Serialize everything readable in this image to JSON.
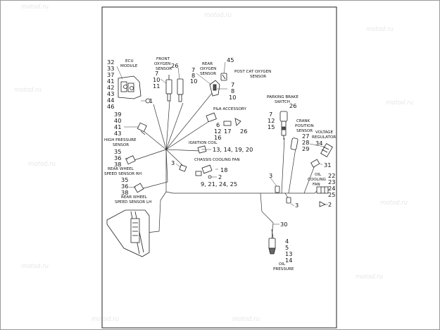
{
  "watermark": "motod.ru",
  "captions": {
    "ecu": [
      "ECU",
      "MODULE"
    ],
    "front_o2": [
      "FRONT",
      "OXYGEN",
      "SENSOR"
    ],
    "rear_o2": [
      "REAR",
      "OXYGEN",
      "SENSOR"
    ],
    "post_cat": [
      "POST CAT OXYGEN",
      "SENSOR"
    ],
    "pga": "P&A ACCESSORY",
    "parking_brake": [
      "PARKING BRAKE",
      "SWITCH"
    ],
    "crank": [
      "CRANK",
      "POSITION",
      "SENSOR"
    ],
    "voltage_reg": [
      "VOLTAGE",
      "REGULATOR"
    ],
    "high_pressure": [
      "HIGH PRESSURE",
      "SENSOR"
    ],
    "ignition_coil": "IGNITION COIL",
    "chassis_fan": "CHASSIS COOLING FAN",
    "rear_wheel_rh": [
      "REAR WHEEL",
      "SPEED SENSOR RH"
    ],
    "rear_wheel_lh": [
      "REAR WHEEL",
      "SPEED SENSOR LH"
    ],
    "oil_fan": [
      "OIL",
      "COOLING",
      "FAN"
    ],
    "oil_pressure": [
      "OIL",
      "PRESSURE"
    ]
  },
  "callouts": {
    "ecu_refs": [
      "32",
      "33",
      "37",
      "41",
      "42",
      "43",
      "44",
      "46"
    ],
    "ecu_screw": "1",
    "front_o2_top": "26",
    "front_o2_refs": [
      "7",
      "10",
      "11"
    ],
    "rear_o2_refs": [
      "7",
      "8",
      "10"
    ],
    "post_cat_top": "45",
    "post_cat_refs": [
      "7",
      "8",
      "10"
    ],
    "pga_refs": [
      "6",
      "12",
      "16"
    ],
    "pga_17": "17",
    "pga_26": "26",
    "hp_refs": [
      "39",
      "40",
      "41",
      "43"
    ],
    "rh_refs": [
      "35",
      "36",
      "38"
    ],
    "lh_refs": [
      "35",
      "36",
      "38"
    ],
    "ign_refs": "13, 14, 19, 20",
    "ign_3": "3",
    "fan_18": "18",
    "fan_2": "2",
    "fan_refs": "9, 21, 24, 25",
    "pb_26": "26",
    "pb_refs": [
      "7",
      "12",
      "15"
    ],
    "crank_refs": [
      "27",
      "28",
      "29"
    ],
    "vr_34": "34",
    "vr_31": "31",
    "harness_3a": "3",
    "harness_3b": "3",
    "oil_fan_refs": [
      "22",
      "23",
      "24",
      "25"
    ],
    "screw_2": "2",
    "oil_p_30": "30",
    "oil_p_refs": [
      "4",
      "5",
      "13",
      "14"
    ]
  }
}
